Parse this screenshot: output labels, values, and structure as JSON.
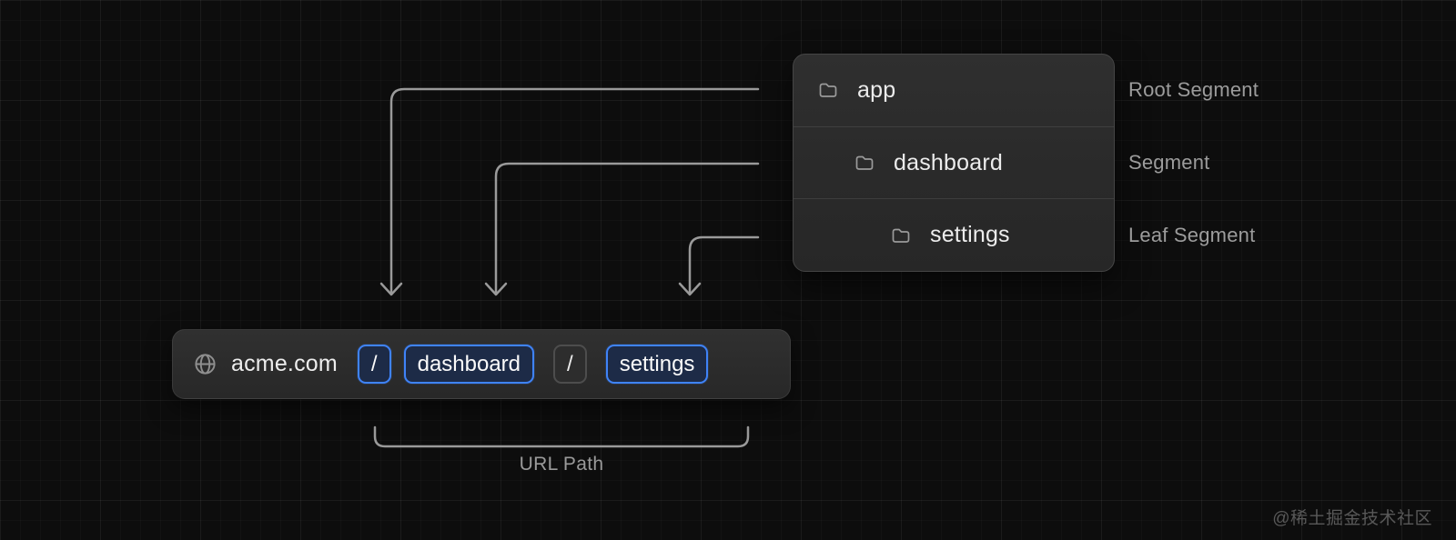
{
  "folder_panel": {
    "items": [
      {
        "label": "app",
        "annotation": "Root Segment",
        "icon": "folder-icon",
        "depth": 0
      },
      {
        "label": "dashboard",
        "annotation": "Segment",
        "icon": "folder-icon",
        "depth": 1
      },
      {
        "label": "settings",
        "annotation": "Leaf Segment",
        "icon": "folder-icon",
        "depth": 2
      }
    ]
  },
  "url_bar": {
    "icon": "globe-icon",
    "domain": "acme.com",
    "segments": [
      {
        "text": "/",
        "highlighted": true
      },
      {
        "text": "dashboard",
        "highlighted": true
      },
      {
        "text": "/",
        "highlighted": false
      },
      {
        "text": "settings",
        "highlighted": true
      }
    ]
  },
  "caption": {
    "url_path_label": "URL Path"
  },
  "watermark": {
    "text": "@稀土掘金技术社区"
  },
  "colors": {
    "background": "#0d0d0d",
    "panel_bg": "#2b2b2b",
    "accent_blue_border": "#3f83f8",
    "accent_blue_fill": "#1d2b47",
    "muted_text": "#9c9c9c",
    "primary_text": "#ececec",
    "connector_gray": "#9a9a9a"
  }
}
